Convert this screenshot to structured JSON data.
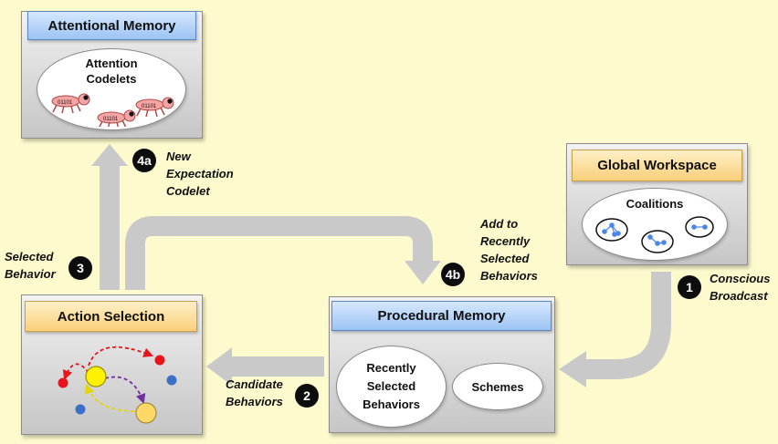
{
  "boxes": {
    "attentional_memory": {
      "title": "Attentional Memory",
      "inner": "Attention\nCodelets",
      "codelet_text": "01101"
    },
    "global_workspace": {
      "title": "Global Workspace",
      "inner": "Coalitions"
    },
    "action_selection": {
      "title": "Action Selection"
    },
    "procedural_memory": {
      "title": "Procedural Memory",
      "recent": "Recently\nSelected\nBehaviors",
      "schemes": "Schemes"
    }
  },
  "steps": [
    {
      "badge": "1",
      "label": "Conscious\nBroadcast"
    },
    {
      "badge": "2",
      "label": "Candidate\nBehaviors"
    },
    {
      "badge": "3",
      "label": "Selected\nBehavior"
    },
    {
      "badge": "4a",
      "label": "New\nExpectation\nCodelet"
    },
    {
      "badge": "4b",
      "label": "Add to\nRecently\nSelected\nBehaviors"
    }
  ],
  "colors": {
    "background": "#fdfbce",
    "arrow": "#c9c9c9",
    "node_yellow": "#fff200",
    "node_gold": "#ffd966",
    "node_red": "#e8141c",
    "node_blue": "#3c6fc8",
    "edge_red": "#e8141c",
    "edge_purple": "#7030a0",
    "edge_yellow": "#e6d600",
    "coalition_blue": "#4a86e8"
  },
  "icons": [
    "ant-codelet-icon",
    "coalition-icon",
    "behavior-network-icon"
  ]
}
